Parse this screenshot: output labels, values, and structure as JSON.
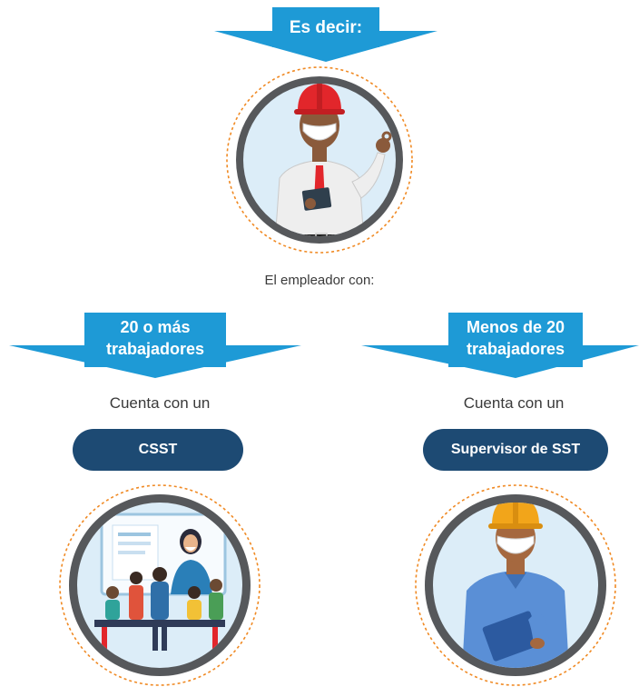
{
  "top_banner": {
    "label": "Es decir:"
  },
  "employer_caption": "El empleador con:",
  "left_column": {
    "banner_line1": "20 o más",
    "banner_line2": "trabajadores",
    "caption": "Cuenta con un",
    "pill_label": "CSST"
  },
  "right_column": {
    "banner_line1": "Menos de 20",
    "banner_line2": "trabajadores",
    "caption": "Cuenta con un",
    "pill_label": "Supervisor de SST"
  },
  "colors": {
    "banner_blue": "#1e9ad6",
    "pill_navy": "#1d4a73",
    "ring_gray": "#56585b",
    "dash_orange": "#f08a24",
    "circle_bg": "#dcedf8"
  }
}
